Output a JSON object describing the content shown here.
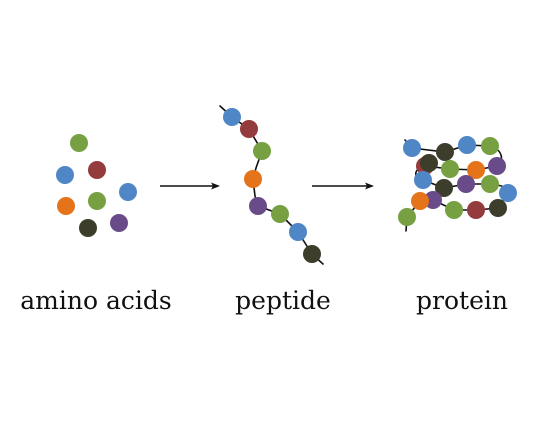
{
  "labels": {
    "stage1": "amino acids",
    "stage2": "peptide",
    "stage3": "protein"
  },
  "colors": {
    "green": "#77a043",
    "red": "#943b3d",
    "blue": "#4f86c6",
    "orange": "#e4731a",
    "purple": "#6a4b8a",
    "dark": "#3d3d2c",
    "line": "#111111"
  },
  "free_amino_acids": [
    "green",
    "blue",
    "red",
    "blue",
    "orange",
    "green",
    "purple",
    "dark"
  ],
  "peptide_chain": [
    "blue",
    "red",
    "green",
    "orange",
    "purple",
    "green",
    "blue",
    "dark"
  ],
  "protein_chain": [
    "blue",
    "dark",
    "blue",
    "green",
    "red",
    "green",
    "orange",
    "purple",
    "blue",
    "dark",
    "purple",
    "green",
    "blue",
    "dark",
    "purple",
    "orange",
    "green",
    "red",
    "dark",
    "green"
  ]
}
